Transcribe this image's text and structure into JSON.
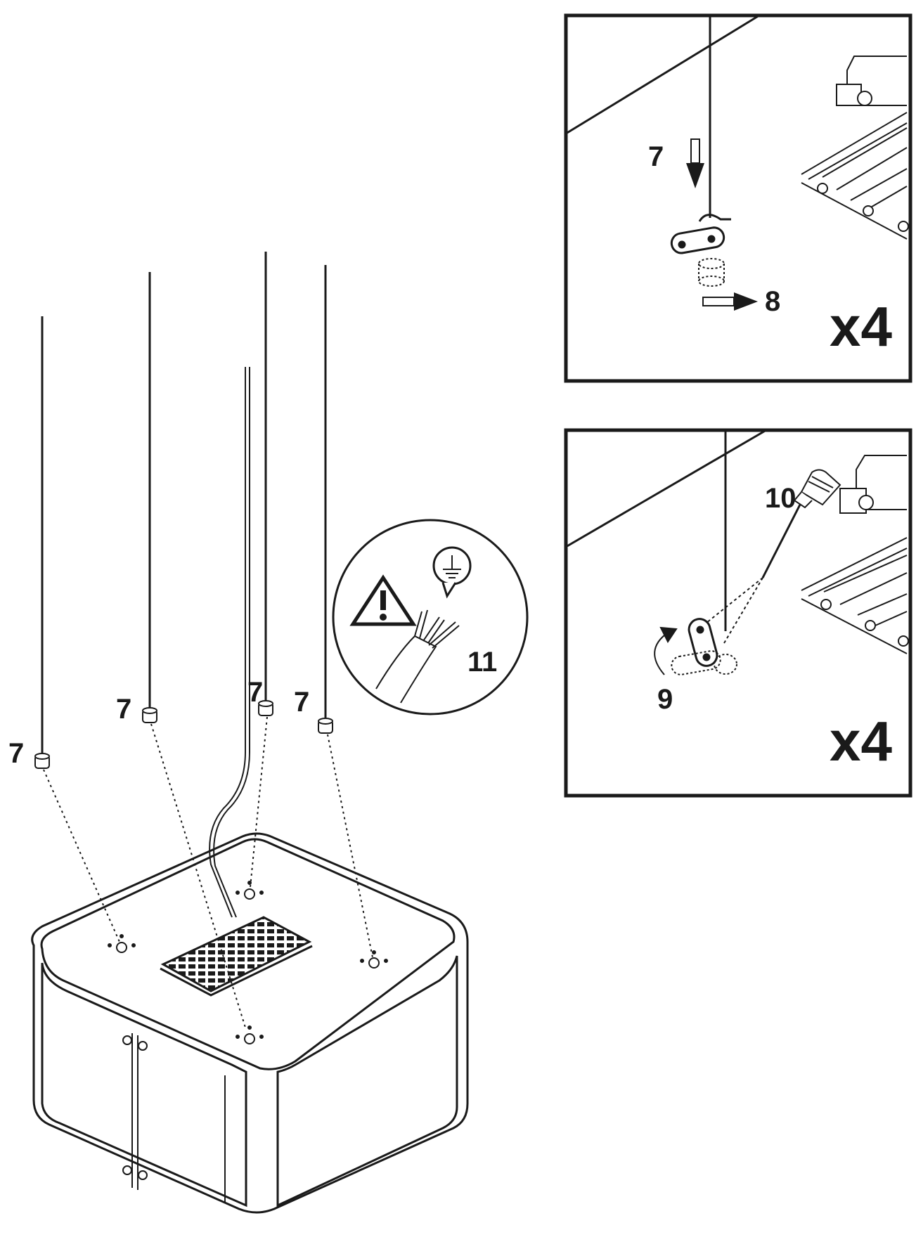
{
  "main": {
    "labels": {
      "cable_1": "7",
      "cable_2": "7",
      "cable_3": "7",
      "cable_4": "7",
      "ground_warning": "11"
    }
  },
  "inset_top": {
    "cable_label": "7",
    "nut_label": "8",
    "multiplier": "x4"
  },
  "inset_bottom": {
    "bracket_label": "9",
    "screwdriver_label": "10",
    "multiplier": "x4"
  },
  "colors": {
    "line": "#1a1a1a",
    "background": "#ffffff",
    "light_gray": "#cfcfcf"
  },
  "icons": [
    "warning-triangle-icon",
    "ground-symbol-icon",
    "screwdriver-icon",
    "arrow-down-icon",
    "arrow-right-icon",
    "rotate-arrow-icon"
  ]
}
